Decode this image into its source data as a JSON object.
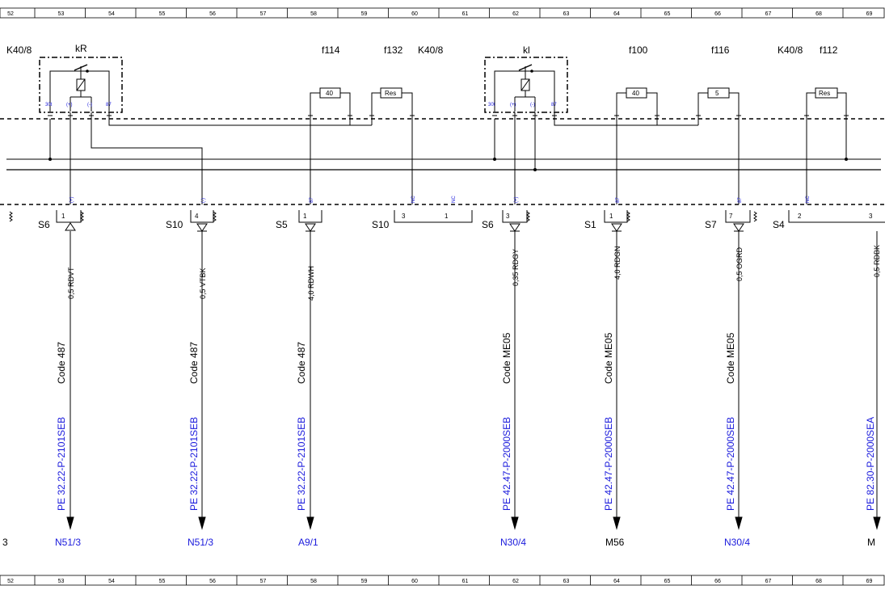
{
  "ruler": {
    "cells": [
      "52",
      "53",
      "54",
      "55",
      "56",
      "57",
      "58",
      "59",
      "60",
      "61",
      "62",
      "63",
      "64",
      "65",
      "66",
      "67",
      "68",
      "69"
    ]
  },
  "top_labels": [
    {
      "id": "k40-left",
      "text": "K40/8"
    },
    {
      "id": "kr",
      "text": "kR"
    },
    {
      "id": "f114",
      "text": "f114"
    },
    {
      "id": "f132",
      "text": "f132"
    },
    {
      "id": "k40-mid",
      "text": "K40/8"
    },
    {
      "id": "kl",
      "text": "kl"
    },
    {
      "id": "f100",
      "text": "f100"
    },
    {
      "id": "f116",
      "text": "f116"
    },
    {
      "id": "k40-right",
      "text": "K40/8"
    },
    {
      "id": "f112",
      "text": "f112"
    }
  ],
  "relay_pins": [
    "30t",
    "(+)",
    "(-)",
    "87"
  ],
  "fuses": [
    {
      "id": "f114",
      "rating": "40"
    },
    {
      "id": "f132",
      "rating": "Res"
    },
    {
      "id": "f100",
      "rating": "40"
    },
    {
      "id": "f116",
      "rating": "5"
    },
    {
      "id": "f112",
      "rating": "Res"
    }
  ],
  "connectors": [
    {
      "id": "c1",
      "name": "S6",
      "pin": "1",
      "tag": "(+)"
    },
    {
      "id": "c2",
      "name": "S10",
      "pin": "4",
      "tag": "(-)"
    },
    {
      "id": "c3",
      "name": "S5",
      "pin": "1",
      "tag": "87"
    },
    {
      "id": "c4",
      "name": "S10",
      "pin": "3",
      "tag": "NC",
      "pin2": "1",
      "tag2": "NC"
    },
    {
      "id": "c5",
      "name": "S6",
      "pin": "3",
      "tag": "(+)"
    },
    {
      "id": "c6",
      "name": "S1",
      "pin": "1",
      "tag": "87"
    },
    {
      "id": "c7",
      "name": "S7",
      "pin": "7",
      "tag": "87"
    },
    {
      "id": "c8",
      "name": "S4",
      "pin": "2",
      "tag": "NC",
      "pin2": "3"
    }
  ],
  "wires": [
    {
      "id": "w1",
      "spec": "0,5 RDVT",
      "code": "Code 487",
      "pe": "PE 32.22-P-2101SEB",
      "dest": "N51/3",
      "dest_color": "#1a1adc"
    },
    {
      "id": "w2",
      "spec": "0,5 VTBK",
      "code": "Code 487",
      "pe": "PE 32.22-P-2101SEB",
      "dest": "N51/3",
      "dest_color": "#1a1adc"
    },
    {
      "id": "w3",
      "spec": "4,0 RDWH",
      "code": "Code 487",
      "pe": "PE 32.22-P-2101SEB",
      "dest": "A9/1",
      "dest_color": "#1a1adc"
    },
    {
      "id": "w4",
      "spec": "0,35 RDGY",
      "code": "Code ME05",
      "pe": "PE 42.47-P-2000SEB",
      "dest": "N30/4",
      "dest_color": "#1a1adc"
    },
    {
      "id": "w5",
      "spec": "4,0 RDGN",
      "code": "Code ME05",
      "pe": "PE 42.47-P-2000SEB",
      "dest": "M56",
      "dest_color": "#000000"
    },
    {
      "id": "w6",
      "spec": "0,5 OGRD",
      "code": "Code ME05",
      "pe": "PE 42.47-P-2000SEB",
      "dest": "N30/4",
      "dest_color": "#1a1adc"
    },
    {
      "id": "w7",
      "spec": "0,5 RDBK",
      "code": "",
      "pe": "PE 82.30-P-2000SEA",
      "dest": "M",
      "dest_color": "#000000"
    }
  ],
  "left_edge_dest": "3"
}
